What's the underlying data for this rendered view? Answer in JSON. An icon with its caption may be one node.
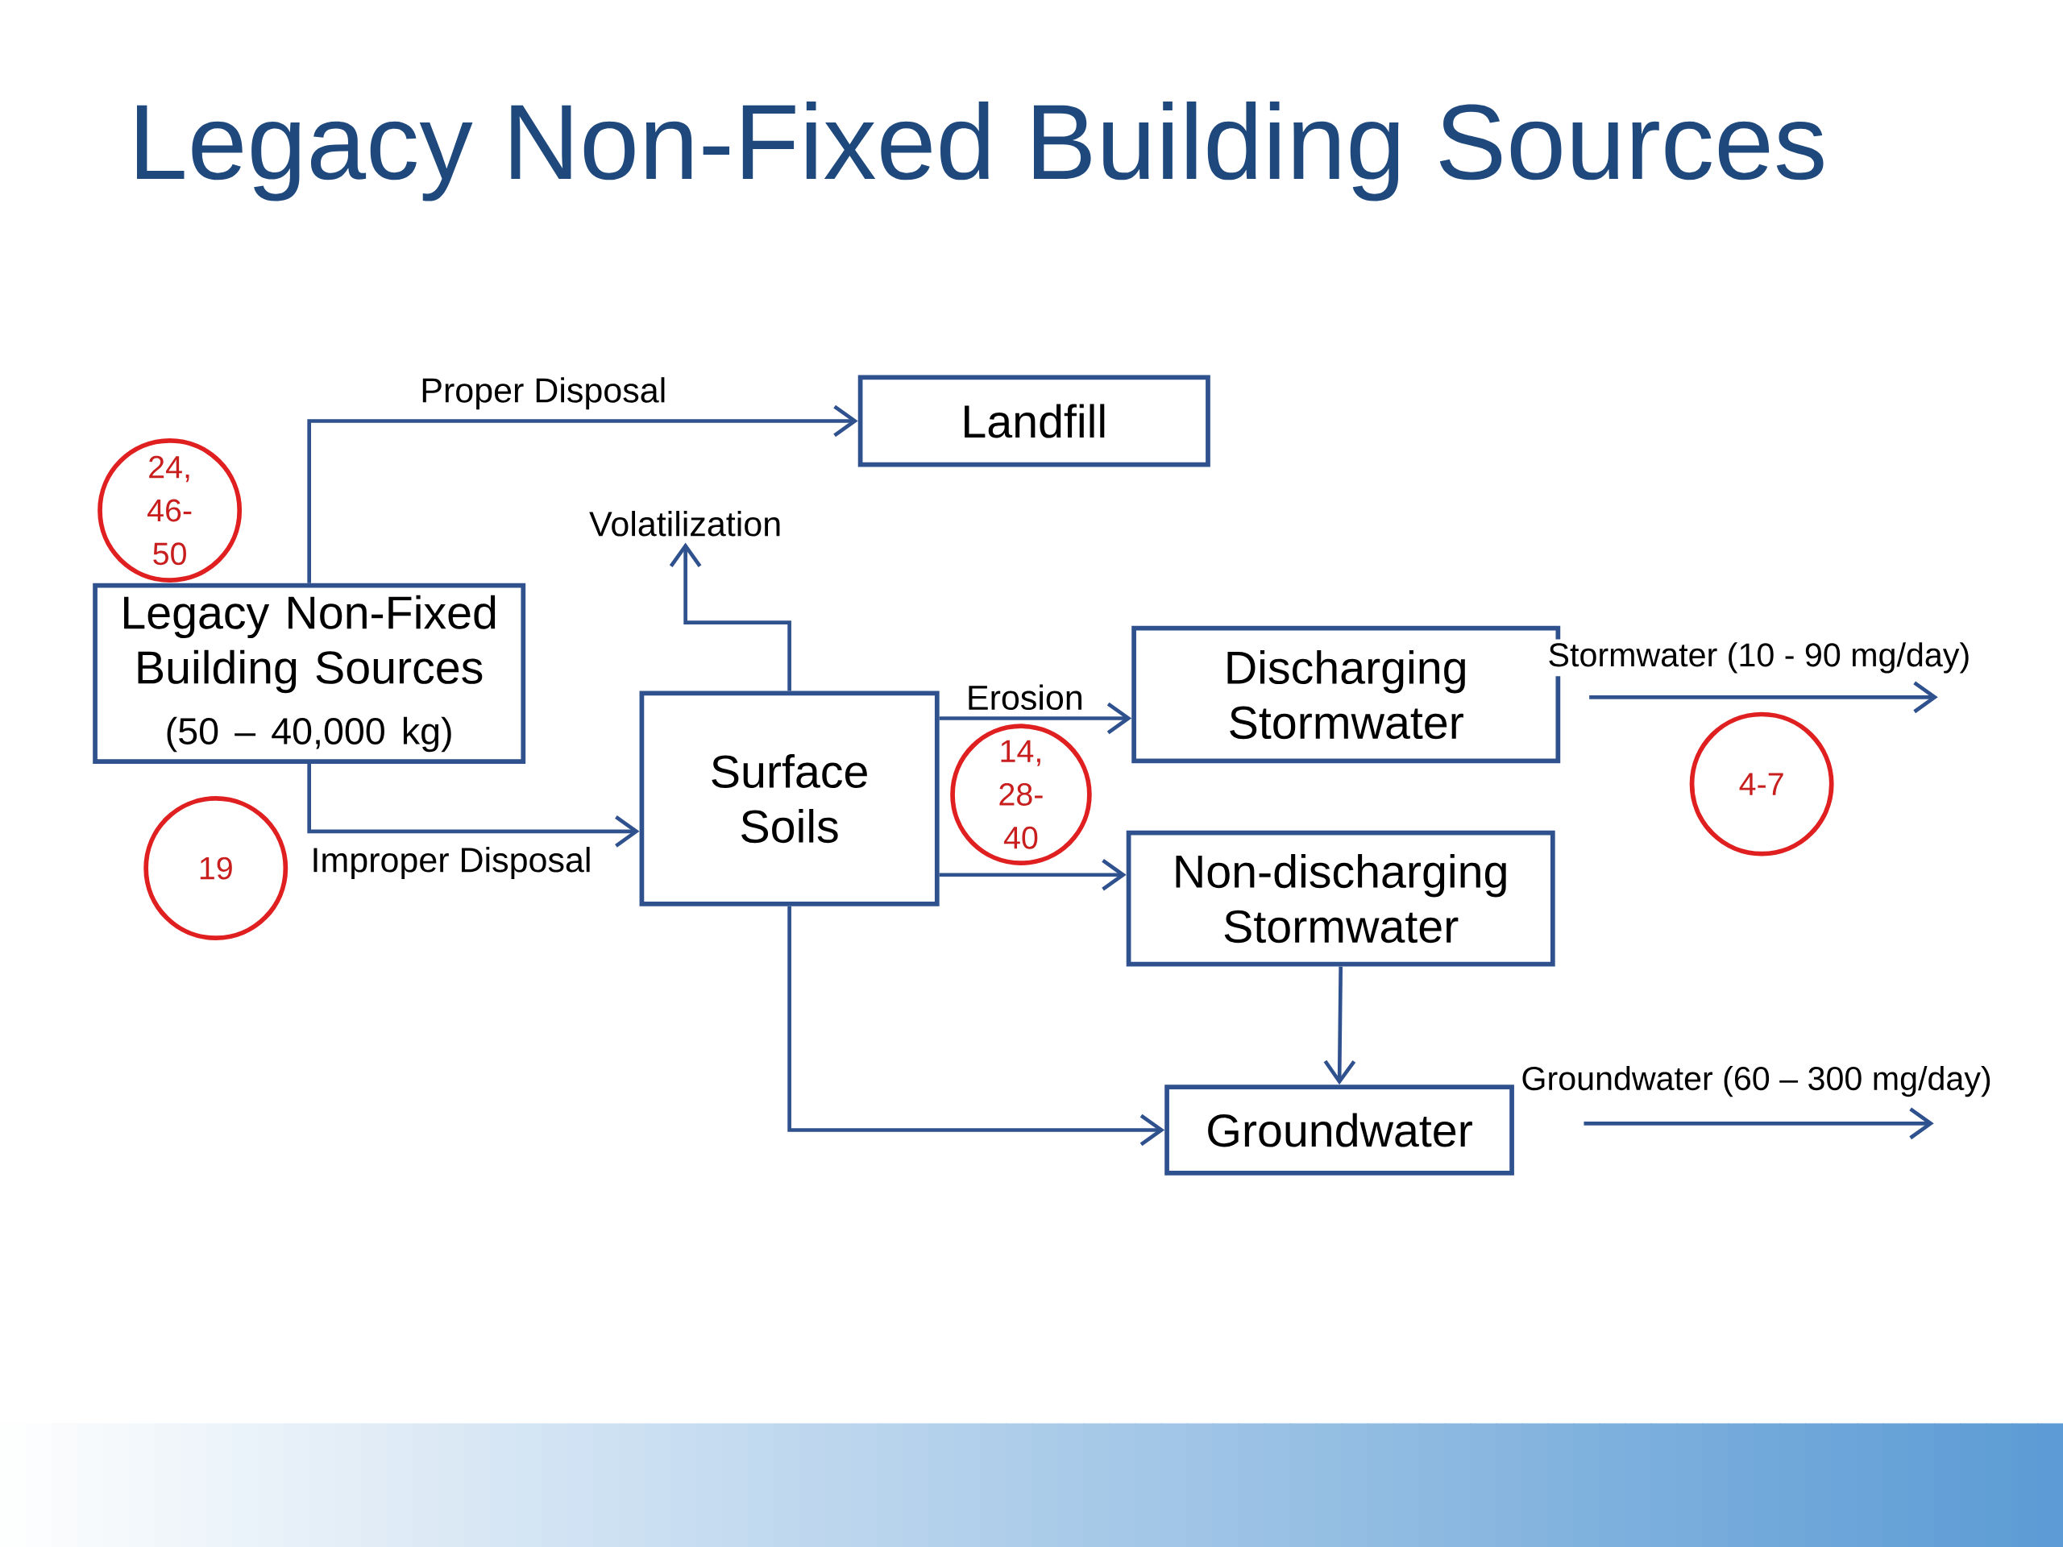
{
  "diagram": {
    "title": "Legacy Non-Fixed Building Sources",
    "nodes": [
      {
        "text": [
          "Legacy Non-Fixed Building Sources",
          "(50 – 40,000 kg)"
        ]
      },
      {
        "text": [
          "Landfill"
        ]
      },
      {
        "text": [
          "Surface Soils"
        ]
      },
      {
        "text": [
          "Discharging Stormwater"
        ]
      },
      {
        "text": [
          "Non-discharging Stormwater"
        ]
      },
      {
        "text": [
          "Groundwater"
        ]
      },
      {
        "text": [
          "Volatilization"
        ]
      },
      {
        "text": [
          "24, 46-50"
        ]
      },
      {
        "text": [
          "19"
        ]
      },
      {
        "text": [
          "14, 28-40"
        ]
      },
      {
        "text": [
          "4-7"
        ]
      }
    ],
    "edges": [
      {
        "from": 0,
        "to": 1,
        "arrow": "to",
        "label": "Proper Disposal"
      },
      {
        "from": 0,
        "to": 2,
        "arrow": "to",
        "label": "Improper Disposal"
      },
      {
        "from": 2,
        "to": 6,
        "arrow": "to"
      },
      {
        "from": 2,
        "to": 3,
        "arrow": "to",
        "label": "Erosion"
      },
      {
        "from": 2,
        "to": 4,
        "arrow": "to"
      },
      {
        "from": 4,
        "to": 5,
        "arrow": "to"
      },
      {
        "from": 2,
        "to": 5,
        "arrow": "to"
      },
      {
        "from": 3,
        "to": null,
        "arrow": "to",
        "label": "Stormwater (10 - 90 mg/day)"
      },
      {
        "from": 5,
        "to": null,
        "arrow": "to",
        "label": "Groundwater (60 – 300 mg/day)"
      }
    ]
  }
}
